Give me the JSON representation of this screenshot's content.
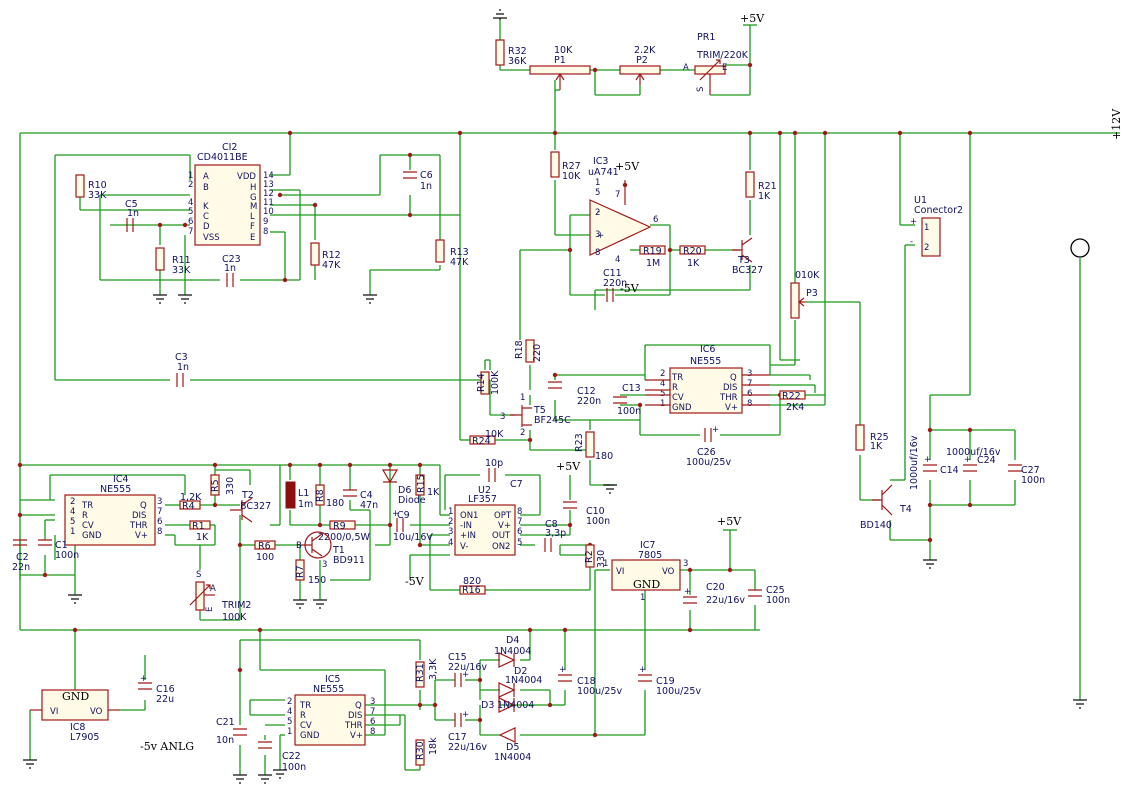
{
  "rails": {
    "plus12": "+12V",
    "plus5_top": "+5V",
    "plus5_a": "+5V",
    "plus5_b": "+5V",
    "plus5_c": "+5V",
    "minus5": "-5V",
    "minus5_lf": "-5V",
    "minus5_analog": "-5v ANLG"
  },
  "ics": [
    {
      "ref": "CI2",
      "part": "CD4011BE",
      "pins_left": [
        "A",
        "B",
        "K",
        "C",
        "D",
        "VSS"
      ],
      "pins_right": [
        "VDD",
        "H",
        "G",
        "M",
        "L",
        "F",
        "E"
      ]
    },
    {
      "ref": "IC3",
      "part": "uA741"
    },
    {
      "ref": "IC4",
      "part": "NE555",
      "pins_left": [
        "TR",
        "R",
        "CV",
        "GND"
      ],
      "pins_right": [
        "Q",
        "DIS",
        "THR",
        "V+"
      ]
    },
    {
      "ref": "IC5",
      "part": "NE555",
      "pins_left": [
        "TR",
        "R",
        "CV",
        "GND"
      ],
      "pins_right": [
        "Q",
        "DIS",
        "THR",
        "V+"
      ]
    },
    {
      "ref": "IC6",
      "part": "NE555",
      "pins_left": [
        "TR",
        "R",
        "CV",
        "GND"
      ],
      "pins_right": [
        "Q",
        "DIS",
        "THR",
        "V+"
      ]
    },
    {
      "ref": "IC7",
      "part": "7805",
      "pins": [
        "VI",
        "GND",
        "VO"
      ]
    },
    {
      "ref": "IC8",
      "part": "L7905",
      "pins": [
        "VI",
        "GND",
        "VO"
      ]
    },
    {
      "ref": "U1",
      "part": "Conector2"
    },
    {
      "ref": "U2",
      "part": "LF357",
      "pins_left": [
        "ON1",
        "-IN",
        "+IN",
        "V-"
      ],
      "pins_right": [
        "OPT",
        "V+",
        "OUT",
        "ON2"
      ]
    }
  ],
  "resistors": [
    {
      "ref": "R10",
      "value": "33K"
    },
    {
      "ref": "R11",
      "value": "33K"
    },
    {
      "ref": "R12",
      "value": "47K"
    },
    {
      "ref": "R13",
      "value": "47K"
    },
    {
      "ref": "R14",
      "value": "100K"
    },
    {
      "ref": "R16",
      "value": "820"
    },
    {
      "ref": "R18",
      "value": "220"
    },
    {
      "ref": "R19",
      "value": "1M"
    },
    {
      "ref": "R20",
      "value": "1K"
    },
    {
      "ref": "R21",
      "value": "1K"
    },
    {
      "ref": "R22",
      "value": "2K4"
    },
    {
      "ref": "R23",
      "value": "180"
    },
    {
      "ref": "R24",
      "value": "10K"
    },
    {
      "ref": "R25",
      "value": "1K"
    },
    {
      "ref": "R27",
      "value": "10K"
    },
    {
      "ref": "R32",
      "value": "36K"
    },
    {
      "ref": "R1",
      "value": "1K"
    },
    {
      "ref": "R4",
      "value": "1,2K"
    },
    {
      "ref": "R5",
      "value": "330"
    },
    {
      "ref": "R6",
      "value": "100"
    },
    {
      "ref": "R7",
      "value": "150"
    },
    {
      "ref": "R8",
      "value": "180"
    },
    {
      "ref": "R9",
      "value": "2200/0,5W"
    },
    {
      "ref": "R15",
      "value": "1K"
    },
    {
      "ref": "R2",
      "value": "330"
    },
    {
      "ref": "R30",
      "value": "18k"
    },
    {
      "ref": "R31",
      "value": "3,3K"
    }
  ],
  "capacitors": [
    {
      "ref": "C1",
      "value": "100n"
    },
    {
      "ref": "C2",
      "value": "22n"
    },
    {
      "ref": "C3",
      "value": "1n"
    },
    {
      "ref": "C4",
      "value": "47n"
    },
    {
      "ref": "C5",
      "value": "1n"
    },
    {
      "ref": "C6",
      "value": "1n"
    },
    {
      "ref": "C7",
      "value": "10p"
    },
    {
      "ref": "C8",
      "value": "3,3p"
    },
    {
      "ref": "C9",
      "value": "10u/16V"
    },
    {
      "ref": "C10",
      "value": "100n"
    },
    {
      "ref": "C11",
      "value": "220n"
    },
    {
      "ref": "C12",
      "value": "220n"
    },
    {
      "ref": "C13",
      "value": "100n"
    },
    {
      "ref": "C14",
      "value": "1000uf/16v"
    },
    {
      "ref": "C15",
      "value": "22u/16v"
    },
    {
      "ref": "C16",
      "value": "22u"
    },
    {
      "ref": "C17",
      "value": "22u/16v"
    },
    {
      "ref": "C18",
      "value": "100u/25v"
    },
    {
      "ref": "C19",
      "value": "100u/25v"
    },
    {
      "ref": "C20",
      "value": "22u/16v"
    },
    {
      "ref": "C21",
      "value": "10n"
    },
    {
      "ref": "C22",
      "value": "100n"
    },
    {
      "ref": "C23",
      "value": "1n"
    },
    {
      "ref": "C24",
      "value": "1000uf/16v"
    },
    {
      "ref": "C25",
      "value": "100n"
    },
    {
      "ref": "C26",
      "value": "100u/25v"
    },
    {
      "ref": "C27",
      "value": "100n"
    }
  ],
  "pots": [
    {
      "ref": "P1",
      "value": "10K"
    },
    {
      "ref": "P2",
      "value": "2.2K"
    },
    {
      "ref": "P3",
      "value": "010K"
    },
    {
      "ref": "PR1",
      "value": "TRIM/220K"
    },
    {
      "ref": "TRIM2",
      "value": "100K"
    }
  ],
  "semis": [
    {
      "ref": "T1",
      "part": "BD911"
    },
    {
      "ref": "T2",
      "part": "BC327"
    },
    {
      "ref": "T3",
      "part": "BC327"
    },
    {
      "ref": "T4",
      "part": "BD140"
    },
    {
      "ref": "T5",
      "part": "BF245C"
    },
    {
      "ref": "D2",
      "part": "1N4004"
    },
    {
      "ref": "D3",
      "part": "1N4004"
    },
    {
      "ref": "D4",
      "part": "1N4004"
    },
    {
      "ref": "D5",
      "part": "1N4004"
    },
    {
      "ref": "D6",
      "part": "Diode"
    }
  ],
  "inductors": [
    {
      "ref": "L1",
      "value": "1m"
    }
  ],
  "pin_letters": {
    "A": "A",
    "E": "E",
    "S": "S"
  },
  "misc": {
    "gnd": "GND",
    "plus": "+",
    "minus": "-"
  }
}
